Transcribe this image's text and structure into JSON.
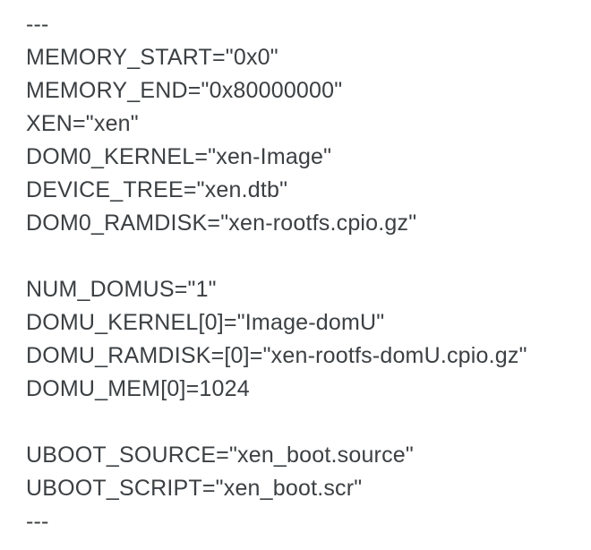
{
  "document": {
    "type": "plain-text-config",
    "background_color": "#ffffff",
    "text_color": "#3c4043",
    "lines": [
      "---",
      "MEMORY_START=\"0x0\"",
      "MEMORY_END=\"0x80000000\"",
      "XEN=\"xen\"",
      "DOM0_KERNEL=\"xen-Image\"",
      "DEVICE_TREE=\"xen.dtb\"",
      "DOM0_RAMDISK=\"xen-rootfs.cpio.gz\"",
      "",
      "NUM_DOMUS=\"1\"",
      "DOMU_KERNEL[0]=\"Image-domU\"",
      "DOMU_RAMDISK=[0]=\"xen-rootfs-domU.cpio.gz\"",
      "DOMU_MEM[0]=1024",
      "",
      "UBOOT_SOURCE=\"xen_boot.source\"",
      "UBOOT_SCRIPT=\"xen_boot.scr\"",
      "---"
    ]
  }
}
